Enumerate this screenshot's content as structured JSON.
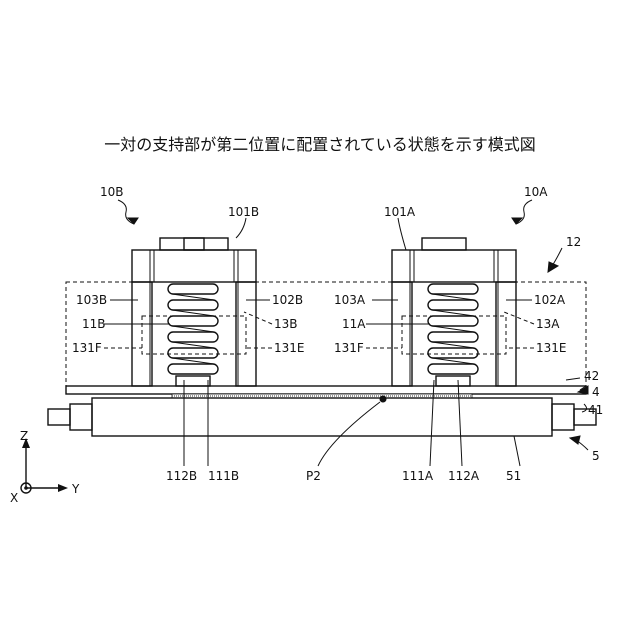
{
  "figure": {
    "title": "一対の支持部が第二位置に配置されている状態を示す模式図",
    "labels": {
      "l10B": "10B",
      "l10A": "10A",
      "l101B": "101B",
      "l101A": "101A",
      "l12": "12",
      "l103B": "103B",
      "l102B": "102B",
      "l11B": "11B",
      "l13B": "13B",
      "l131Fb": "131F",
      "l131Eb": "131E",
      "l103A": "103A",
      "l102A": "102A",
      "l11A": "11A",
      "l13A": "13A",
      "l131Fa": "131F",
      "l131Ea": "131E",
      "l42": "42",
      "l4": "4",
      "l41": "41",
      "l5": "5",
      "l112B": "112B",
      "l111B": "111B",
      "lP2": "P2",
      "l111A": "111A",
      "l112A": "112A",
      "l51": "51",
      "axisZ": "Z",
      "axisX": "X",
      "axisY": "Y"
    }
  }
}
